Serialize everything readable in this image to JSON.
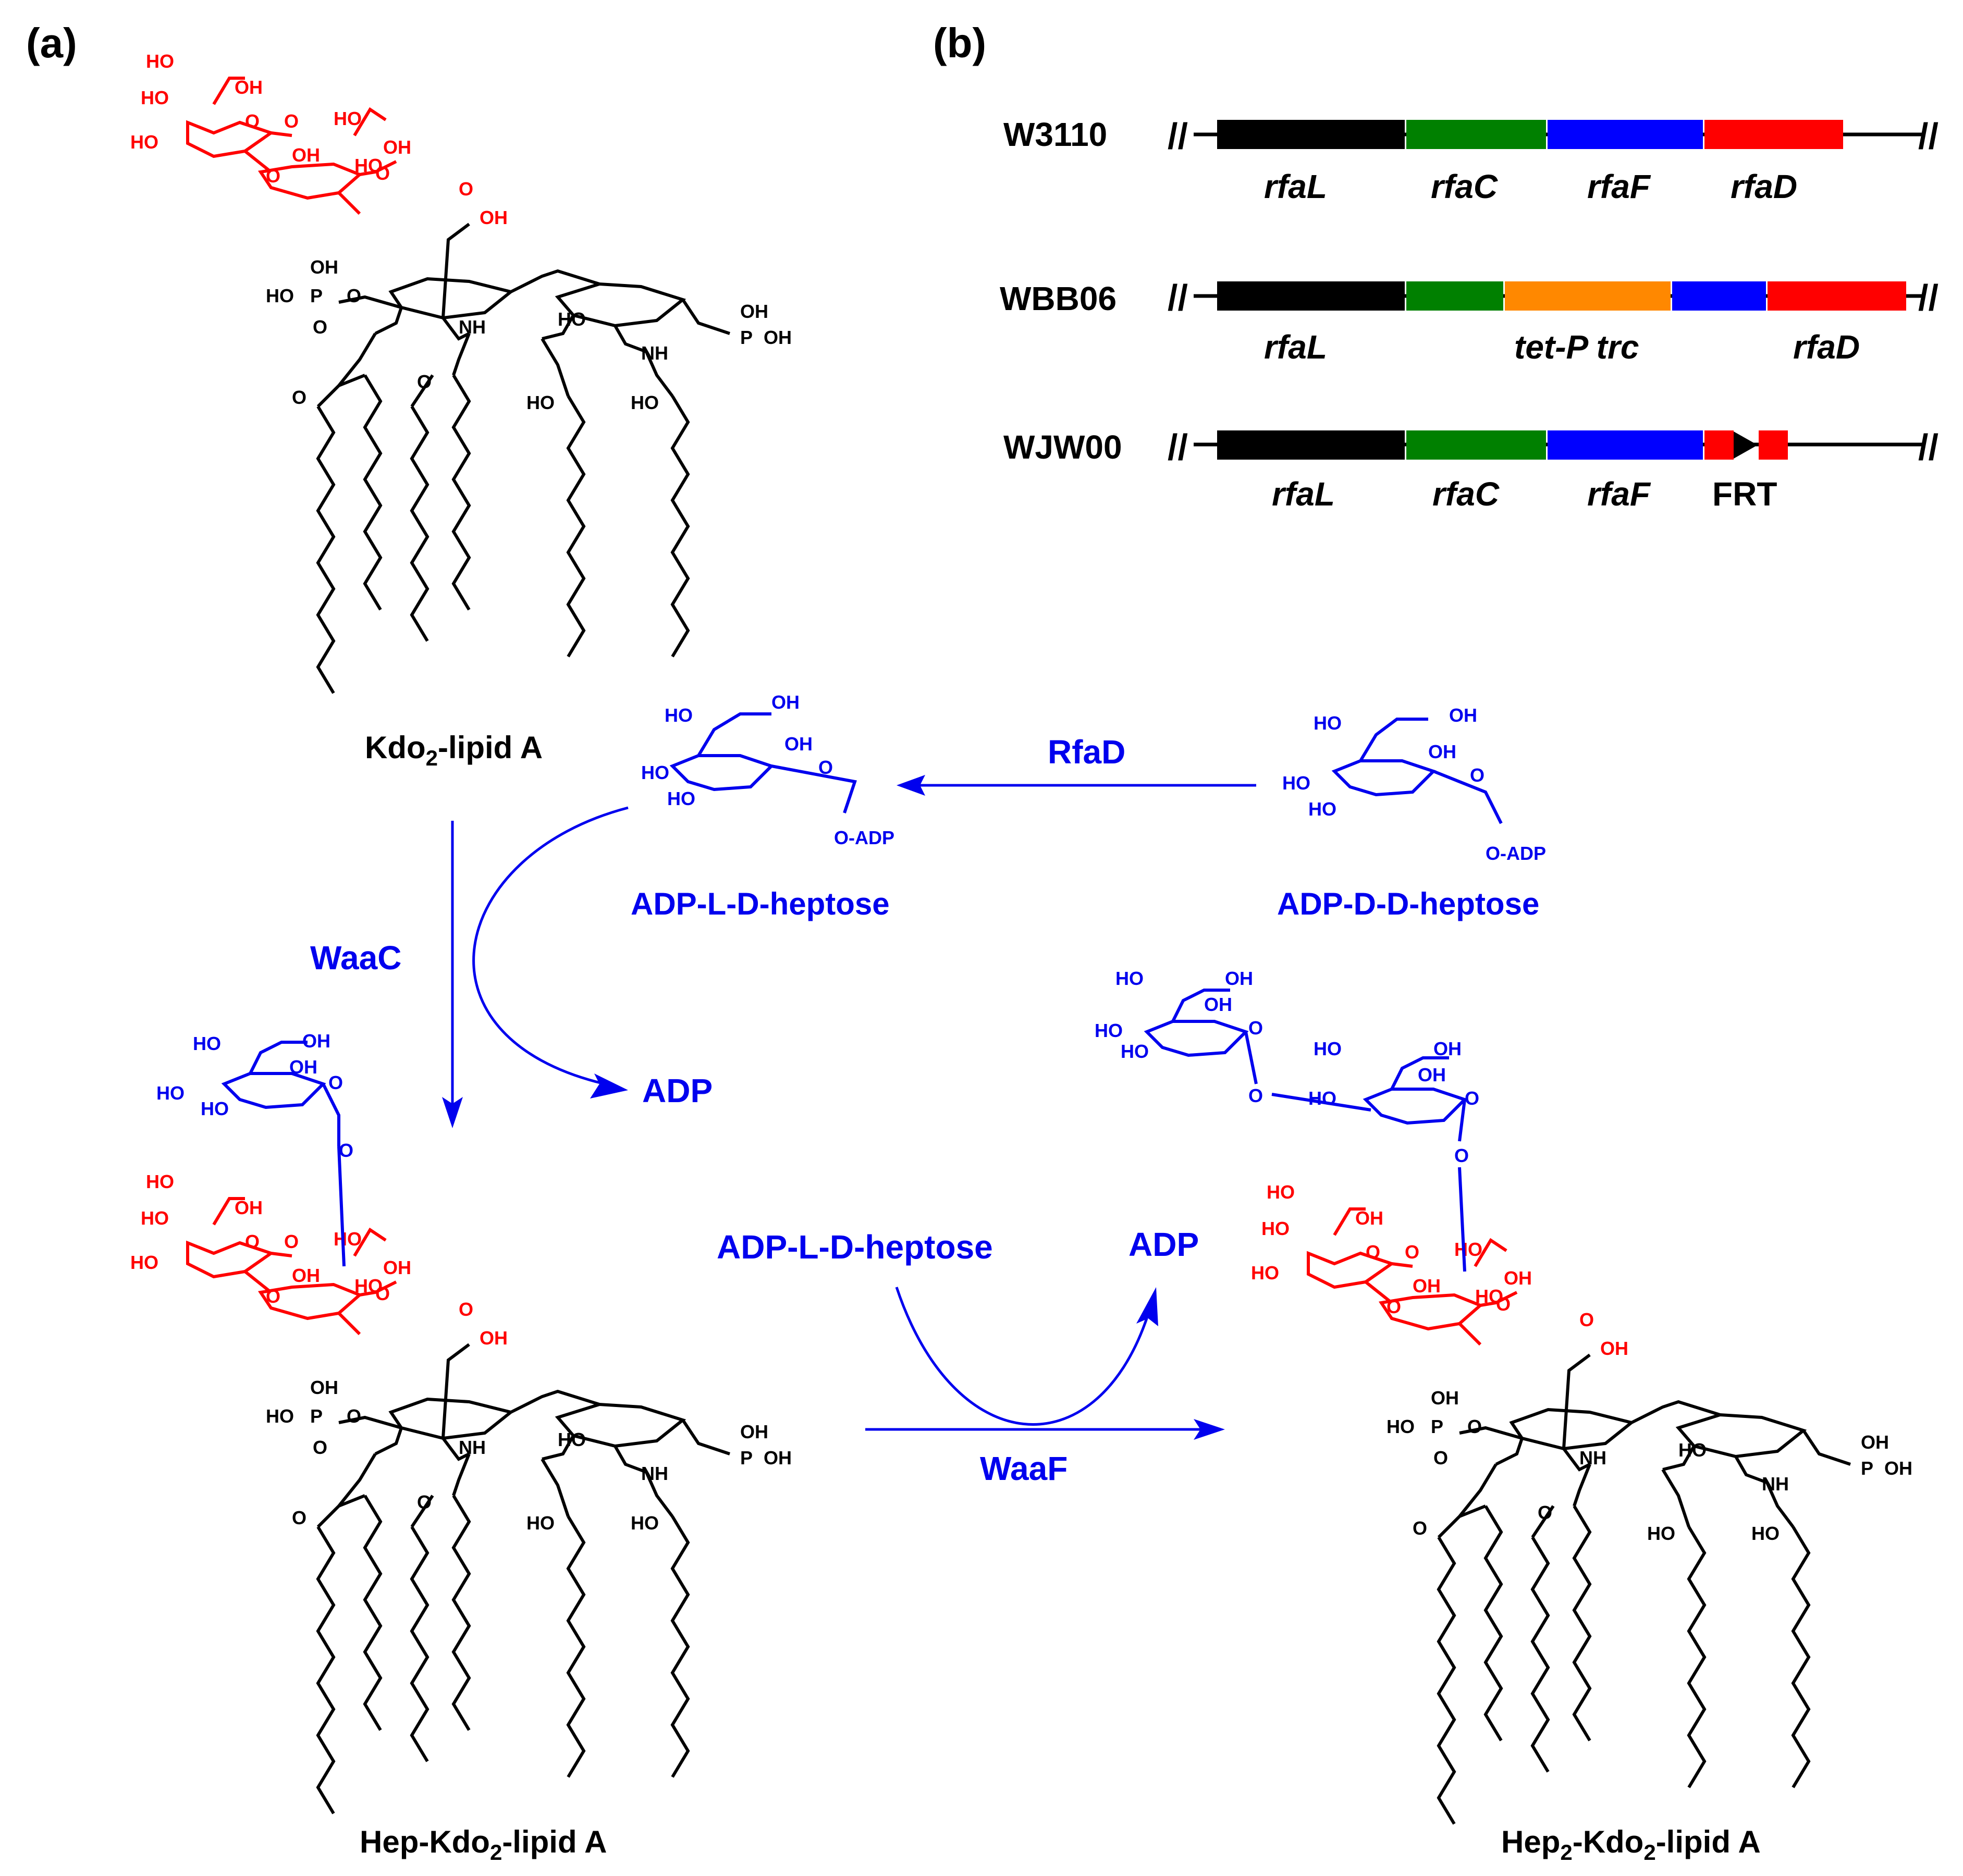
{
  "panels": {
    "a": "(a)",
    "b": "(b)"
  },
  "colors": {
    "kdo": "#ff0000",
    "heptose": "#0000ee",
    "lipid": "#000000",
    "rfaL": "#000000",
    "rfaC": "#008000",
    "rfaF": "#0000ff",
    "rfaD": "#ff0000",
    "tetPtrc": "#ff8800",
    "frt_arrow": "#000000"
  },
  "compounds": {
    "kdo2_lipid_a": {
      "pre": "Kdo",
      "sub": "2",
      "post": "-lipid A"
    },
    "hep_kdo2_lipid_a": {
      "pre": "Hep-Kdo",
      "sub": "2",
      "post": "-lipid A"
    },
    "hep2_kdo2_lipid_a": {
      "pre": "Hep",
      "sub": "2",
      "mid": "-Kdo",
      "sub2": "2",
      "post": "-lipid A"
    },
    "adp_ld_heptose": "ADP-L-D-heptose",
    "adp_dd_heptose": "ADP-D-D-heptose",
    "adp_ld_heptose_2": "ADP-L-D-heptose",
    "adp_1": "ADP",
    "adp_2": "ADP"
  },
  "enzymes": {
    "rfaD": "RfaD",
    "waaC": "WaaC",
    "waaF": "WaaF"
  },
  "atoms": {
    "HO": "HO",
    "OH": "OH",
    "O": "O",
    "NH": "NH",
    "P": "P",
    "O_ADP": "O-ADP"
  },
  "strains": [
    {
      "name": "W3110",
      "genes": [
        {
          "label": "rfaL",
          "color": "#000000"
        },
        {
          "label": "rfaC",
          "color": "#008000"
        },
        {
          "label": "rfaF",
          "color": "#0000ff"
        },
        {
          "label": "rfaD",
          "color": "#ff0000"
        }
      ]
    },
    {
      "name": "WBB06",
      "genes": [
        {
          "label": "rfaL",
          "color": "#000000"
        },
        {
          "label": "",
          "color": "#008000"
        },
        {
          "label": "tet-P trc",
          "color": "#ff8800"
        },
        {
          "label": "",
          "color": "#0000ff"
        },
        {
          "label": "rfaD",
          "color": "#ff0000"
        }
      ]
    },
    {
      "name": "WJW00",
      "genes": [
        {
          "label": "rfaL",
          "color": "#000000"
        },
        {
          "label": "rfaC",
          "color": "#008000"
        },
        {
          "label": "rfaF",
          "color": "#0000ff"
        },
        {
          "label": "FRT",
          "color": "#ff0000"
        }
      ]
    }
  ]
}
